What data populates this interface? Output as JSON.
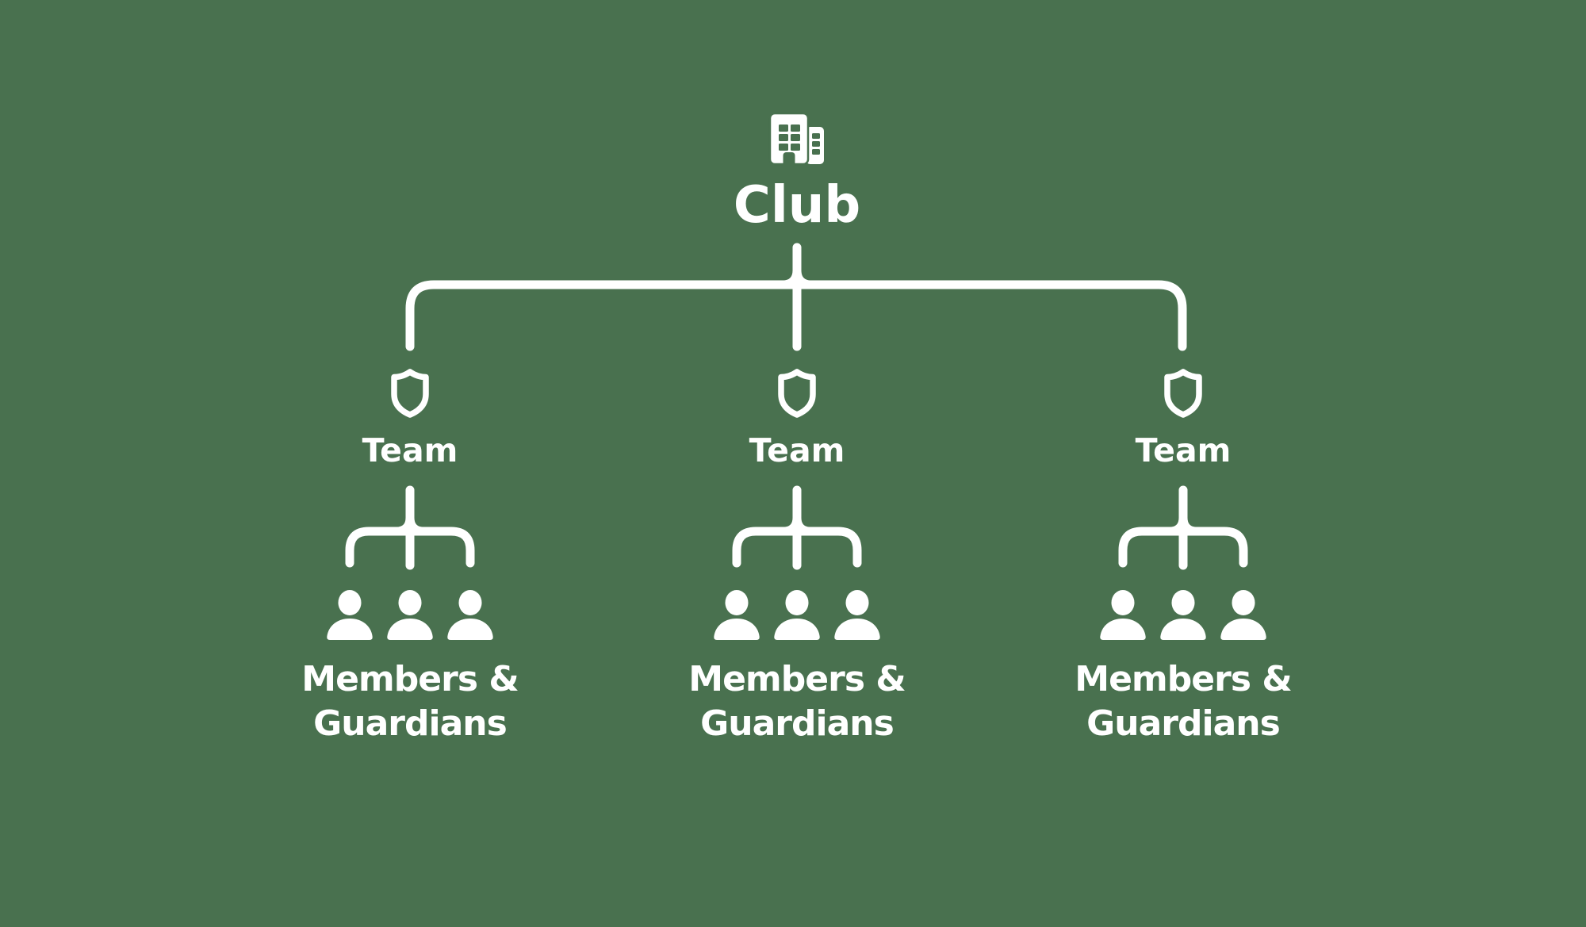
{
  "colors": {
    "background": "#49714F",
    "foreground": "#ffffff"
  },
  "root": {
    "label": "Club",
    "icon": "building-icon"
  },
  "teams": [
    {
      "label": "Team",
      "icon": "shield-icon",
      "members": {
        "label": "Members &\nGuardians",
        "icon": "people-icon"
      }
    },
    {
      "label": "Team",
      "icon": "shield-icon",
      "members": {
        "label": "Members &\nGuardians",
        "icon": "people-icon"
      }
    },
    {
      "label": "Team",
      "icon": "shield-icon",
      "members": {
        "label": "Members &\nGuardians",
        "icon": "people-icon"
      }
    }
  ]
}
